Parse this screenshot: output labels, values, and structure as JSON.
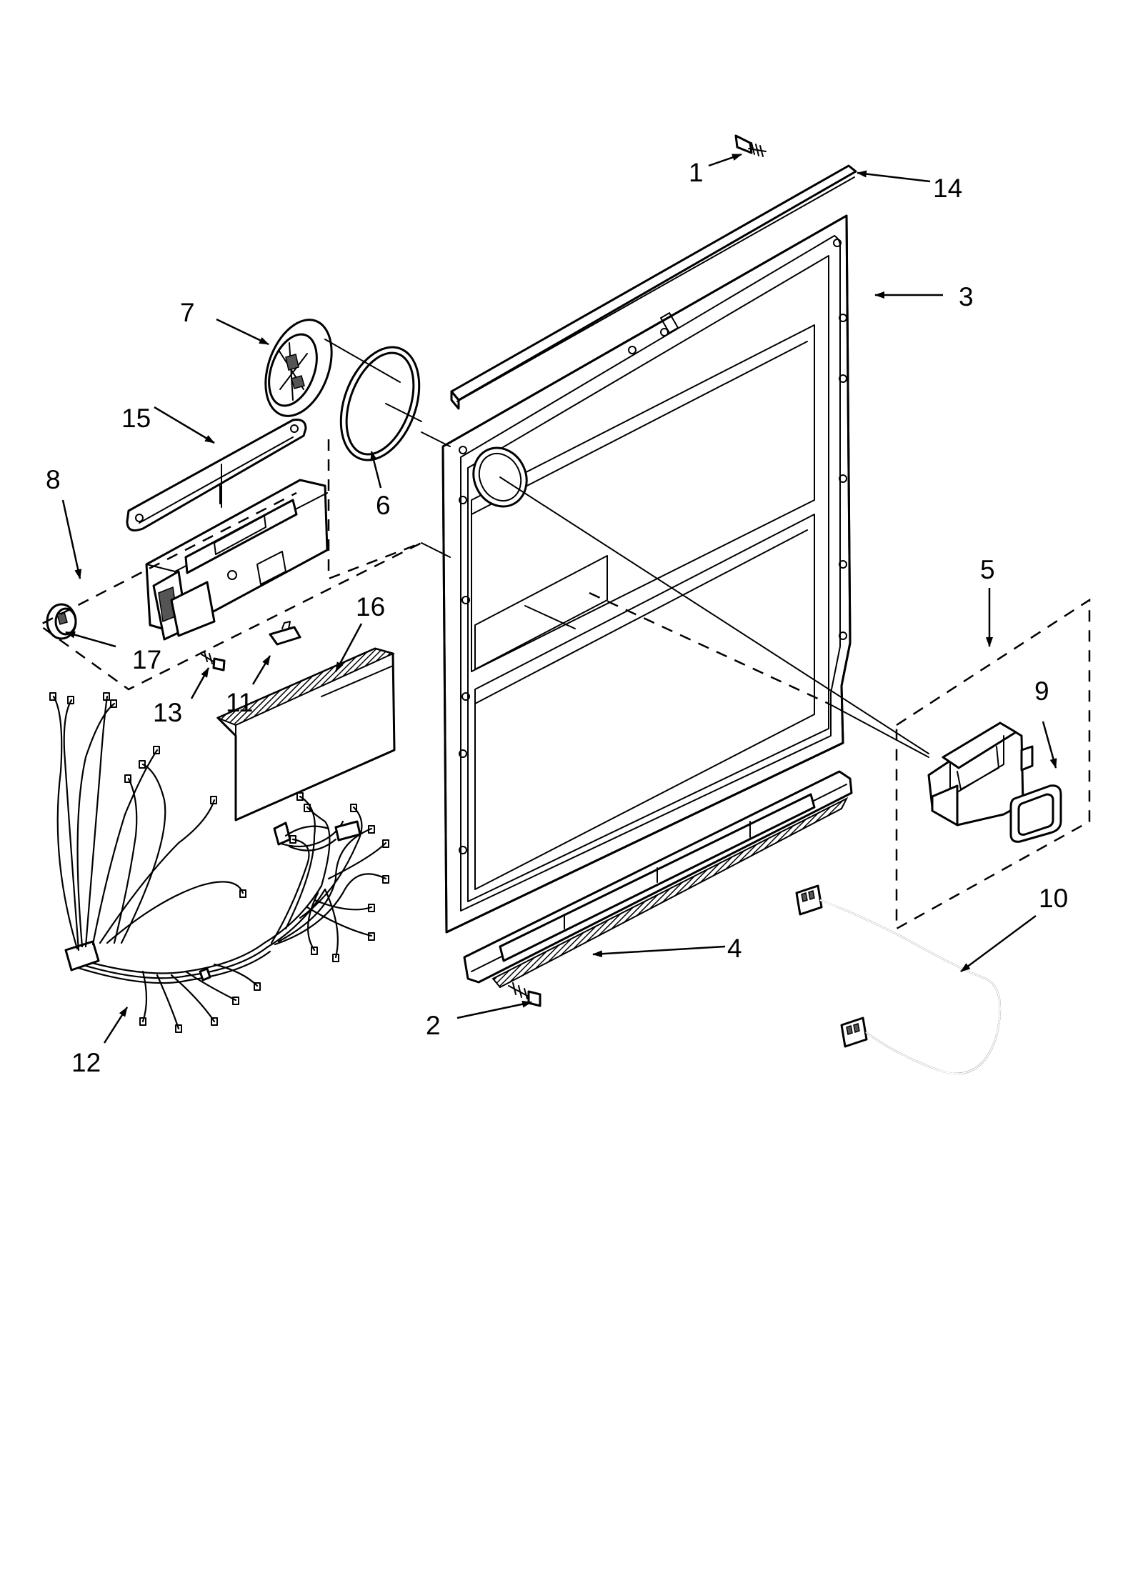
{
  "callouts": {
    "c1": "1",
    "c2": "2",
    "c3": "3",
    "c4": "4",
    "c5": "5",
    "c6": "6",
    "c7": "7",
    "c8": "8",
    "c9": "9",
    "c10": "10",
    "c11": "11",
    "c12": "12",
    "c13": "13",
    "c14": "14",
    "c15": "15",
    "c16": "16",
    "c17": "17"
  },
  "colors": {
    "ink": "#000000",
    "paper": "#ffffff",
    "hatch": "#555555"
  }
}
